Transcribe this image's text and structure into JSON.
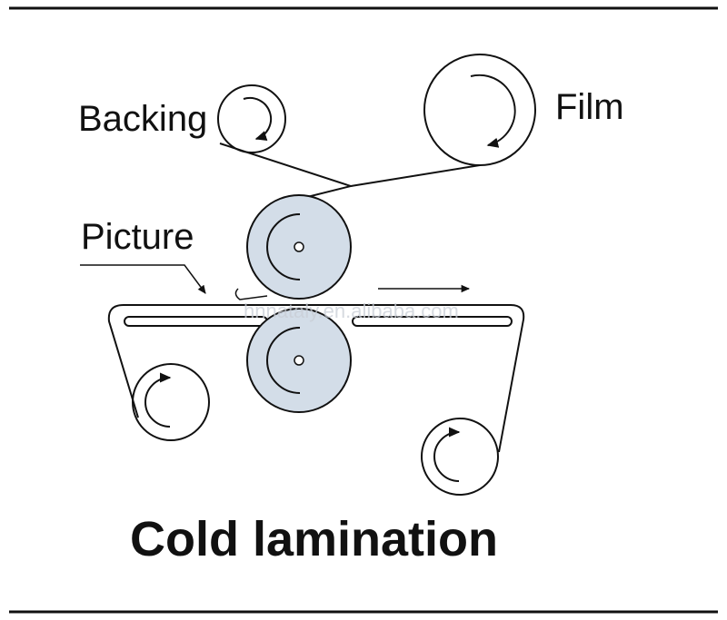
{
  "diagram": {
    "labels": {
      "backing": "Backing",
      "film": "Film",
      "picture": "Picture",
      "title": "Cold lamination"
    },
    "watermark": "hnnataly.en.alibaba.com",
    "colors": {
      "ink": "#111111",
      "roller_fill": "#d3dde8",
      "background": "#ffffff"
    }
  }
}
